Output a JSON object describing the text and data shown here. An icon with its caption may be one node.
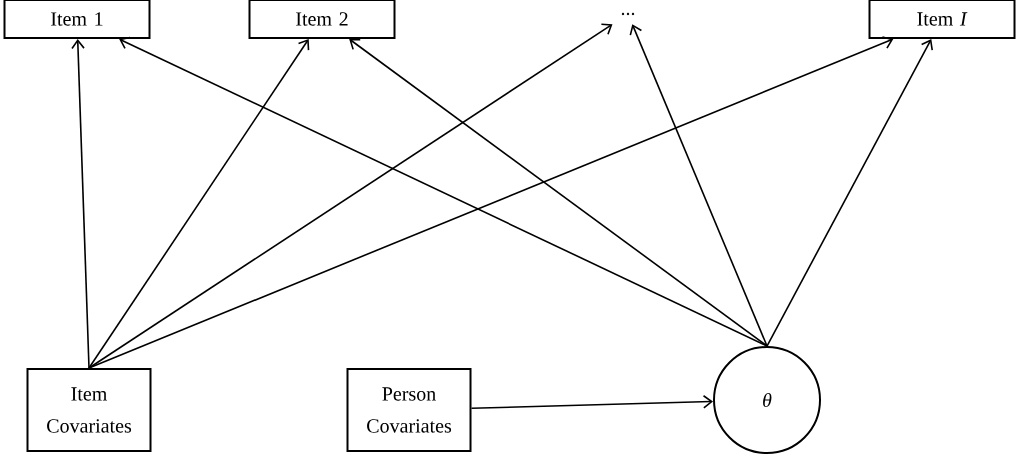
{
  "diagram": {
    "nodes": [
      {
        "text": [
          "Item 1"
        ]
      },
      {
        "text": [
          "Item 2"
        ]
      },
      {
        "text": [
          "..."
        ]
      },
      {
        "text": [
          "Item *I*"
        ]
      },
      {
        "text": [
          "Item Covariates"
        ]
      },
      {
        "text": [
          "Person Covariates"
        ]
      },
      {
        "text": [
          "θ"
        ]
      }
    ],
    "edges": [
      {
        "from": 4,
        "to": 0,
        "arrow": "to"
      },
      {
        "from": 4,
        "to": 1,
        "arrow": "to"
      },
      {
        "from": 4,
        "to": 2,
        "arrow": "to"
      },
      {
        "from": 4,
        "to": 3,
        "arrow": "to"
      },
      {
        "from": 6,
        "to": 0,
        "arrow": "to"
      },
      {
        "from": 6,
        "to": 1,
        "arrow": "to"
      },
      {
        "from": 6,
        "to": 2,
        "arrow": "to"
      },
      {
        "from": 6,
        "to": 3,
        "arrow": "to"
      },
      {
        "from": 5,
        "to": 6,
        "arrow": "to"
      }
    ]
  }
}
